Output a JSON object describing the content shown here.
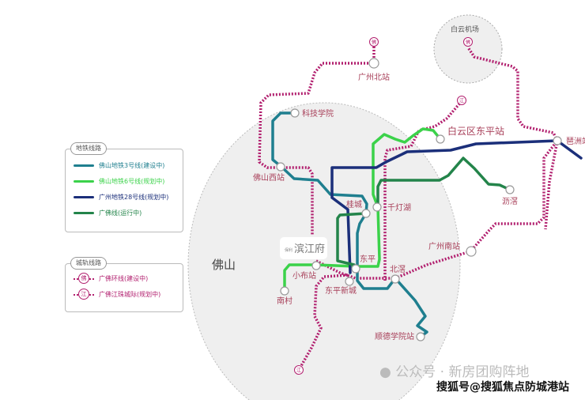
{
  "legend_metro": {
    "title": "地铁线路",
    "items": [
      {
        "label": "佛山地铁3号线(建设中)",
        "color": "#1f7f8f"
      },
      {
        "label": "佛山地铁6号线(规划中)",
        "color": "#3bd24a"
      },
      {
        "label": "广州地铁28号线(规划中)",
        "color": "#1b2f7a"
      },
      {
        "label": "广佛线(运行中)",
        "color": "#23844a"
      }
    ]
  },
  "legend_intercity": {
    "title": "城轨线路",
    "items": [
      {
        "label": "广佛环线(建设中)",
        "symbol": "佛",
        "color": "#b2206f"
      },
      {
        "label": "广佛江珠城际(规划中)",
        "symbol": "江",
        "color": "#b2206f"
      }
    ]
  },
  "region": "佛山",
  "project": {
    "name": "滨江府",
    "prefix": "保利"
  },
  "stations": {
    "guangzhou_north": "广州北站",
    "keji": "科技学院",
    "foshan_west": "佛山西站",
    "baiyun_airport": "白云机场",
    "baiyun_dongping": "白云区东平站",
    "pazhou": "琶洲站",
    "lijiao": "沥滘",
    "qiandenghu": "千灯湖",
    "guicheng": "桂城",
    "guangzhou_south": "广州南站",
    "dongping": "东平",
    "xiaobu": "小布站",
    "beijiao": "北滘",
    "dongping_xincheng": "东平新城",
    "nancun": "南村",
    "shunde_college": "顺德学院站"
  },
  "symbols": {
    "fo": "佛",
    "jiang": "江"
  },
  "watermark": {
    "wechat": "公众号 · 新房团购阵地",
    "sohu": "搜狐号@搜狐焦点防城港站"
  }
}
